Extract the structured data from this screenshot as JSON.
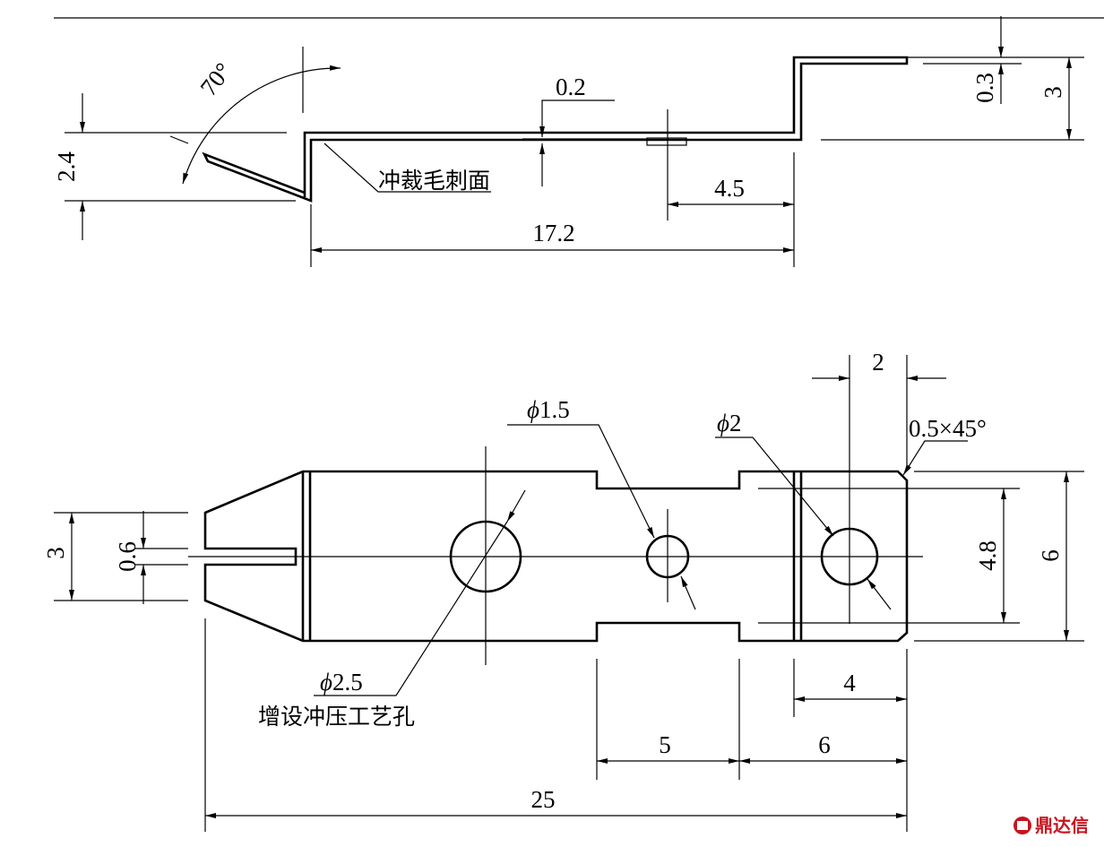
{
  "side_view": {
    "angle": "70°",
    "height_left": "2.4",
    "thickness": "0.2",
    "offset_top": "0.3",
    "height_right": "3",
    "length_step": "4.5",
    "length_total": "17.2",
    "burr_note": "冲裁毛刺面"
  },
  "plan_view": {
    "width_slot": "3",
    "gap_slot": "0.6",
    "hole_large": {
      "symbol": "ϕ",
      "value": "2.5"
    },
    "hole_note": "增设冲压工艺孔",
    "hole_mid": {
      "symbol": "ϕ",
      "value": "1.5"
    },
    "hole_small": {
      "symbol": "ϕ",
      "value": "2"
    },
    "chamfer": "0.5×45°",
    "top_width": "2",
    "inner_width": "4.8",
    "outer_width": "6",
    "len_tab": "4",
    "len_neck": "5",
    "len_end": "6",
    "len_total": "25"
  },
  "logo": {
    "text": "鼎达信",
    "color": "#c8141e"
  }
}
